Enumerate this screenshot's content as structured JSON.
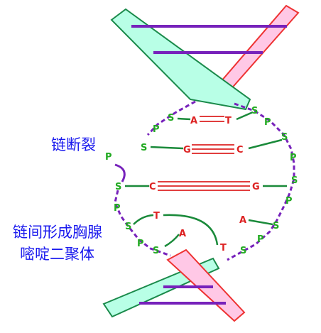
{
  "labels": {
    "break": "链断裂",
    "dimer_line1": "链间形成胸腺",
    "dimer_line2": "嘧啶二聚体"
  },
  "glyphs": {
    "sugar": "S",
    "phosphate": "P",
    "base_A": "A",
    "base_T": "T",
    "base_G": "G",
    "base_C": "C"
  },
  "colors": {
    "backbone_left_fill": "#b8ffe6",
    "backbone_left_stroke": "#1a8a4a",
    "backbone_right_fill": "#ffc8e6",
    "backbone_right_stroke": "#ee3333",
    "rung": "#7722bb",
    "phosphodiester_dash": "#7722bb",
    "sugar_link": "#1a8a3a",
    "hbond": "#dd2222",
    "text_blue": "#1a1aee"
  }
}
